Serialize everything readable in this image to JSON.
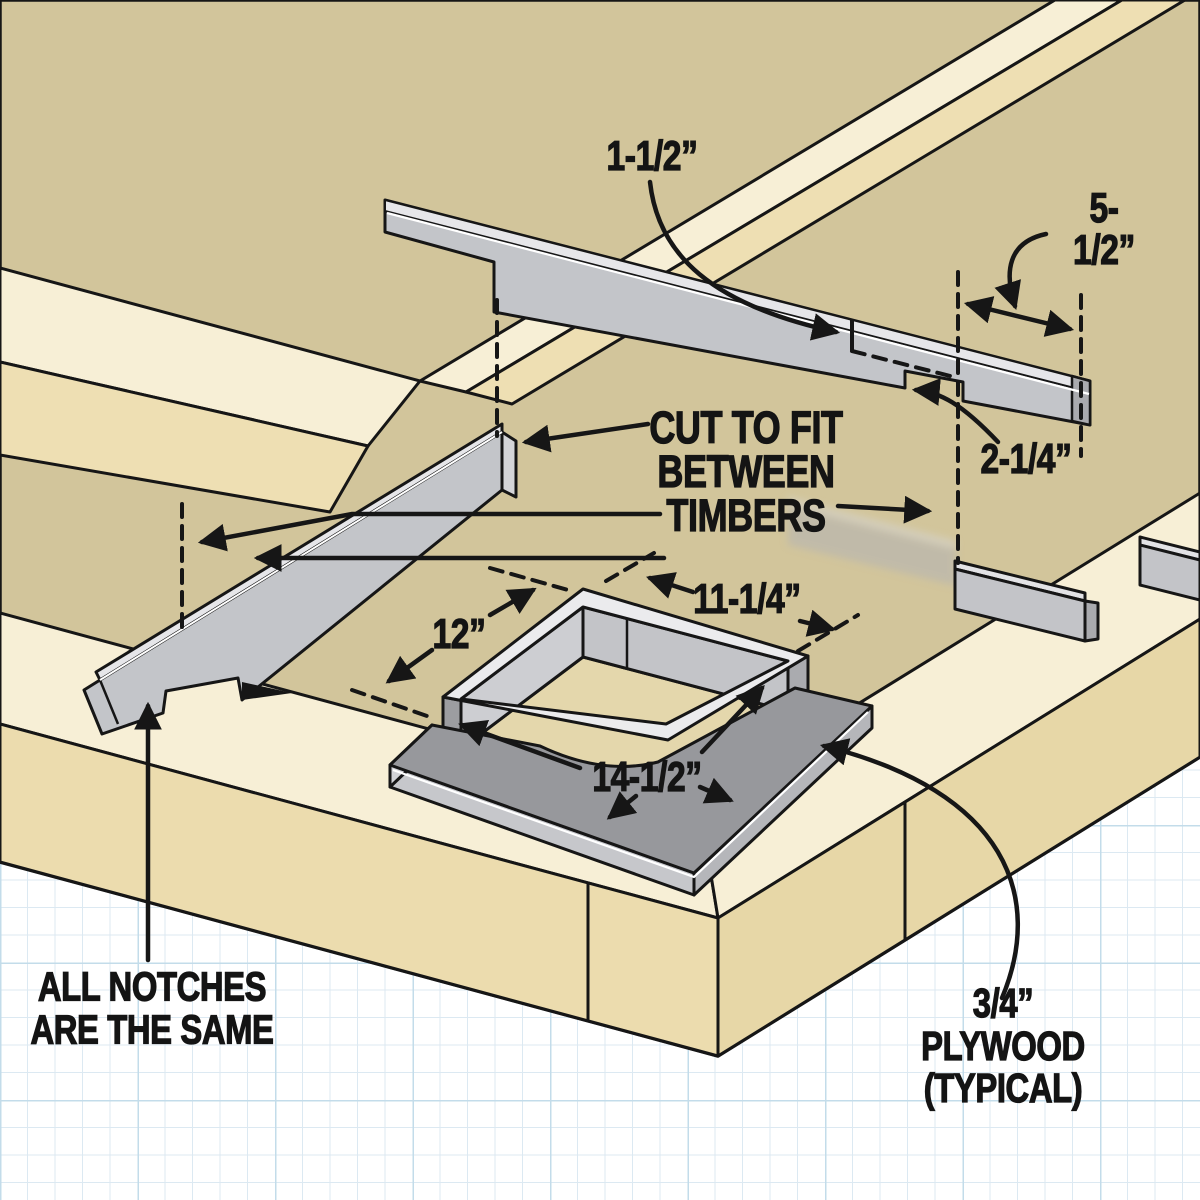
{
  "diagram": {
    "kind": "isometric construction illustration",
    "subject": "Plywood dividers notched to fit between deck timbers",
    "labels": {
      "dim_notch": "1-1/2”",
      "dim_board": "5-1/2”",
      "dim_end_notch": "2-1/4”",
      "note_cut": "CUT TO FIT\nBETWEEN\nTIMBERS",
      "dim_bay_depth": "11-1/4”",
      "dim_bay_width": "12”",
      "dim_plate": "14-1/2”",
      "note_notches": "ALL NOTCHES\nARE THE SAME",
      "note_plywood": "3/4” PLYWOOD\n(TYPICAL)"
    },
    "colors": {
      "deck_tan": "#d2c59b",
      "timber_top": "#f7efd6",
      "timber_side": "#eedfb3",
      "timber_front_left": "#ecdcae",
      "timber_front_right": "#e7d7a7",
      "plywood_face": "#c3c5c9",
      "plywood_edge_light": "#e6e6e9",
      "plate_top": "#97989c",
      "plate_edge": "#c6c7cb",
      "box_inner": "#cdced2",
      "grid_minor": "#dce9f2",
      "grid_major": "#c3dcea",
      "outline": "#161616"
    }
  }
}
